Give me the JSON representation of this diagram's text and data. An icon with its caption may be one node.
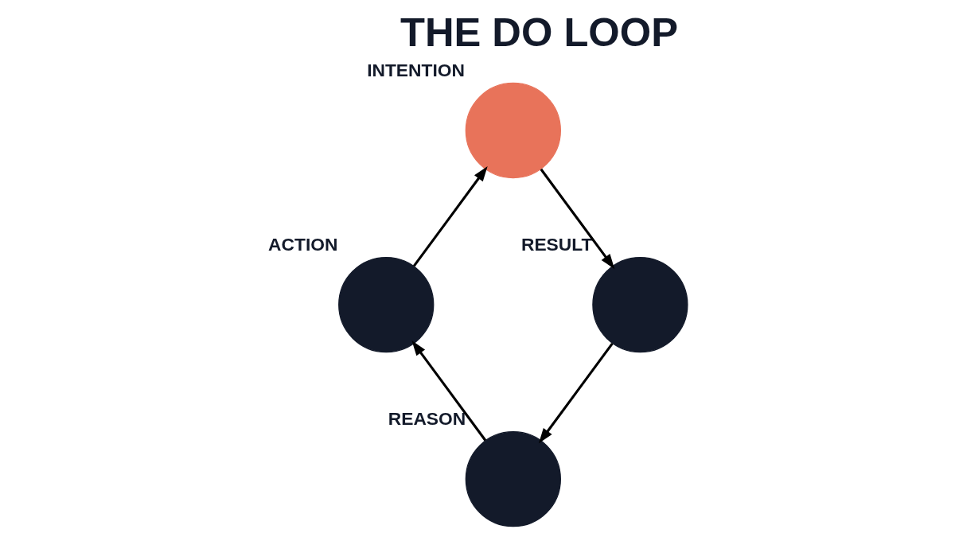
{
  "diagram": {
    "title": "THE DO LOOP",
    "nodes": [
      {
        "text": [
          "INTENTION"
        ]
      },
      {
        "text": [
          "RESULT"
        ]
      },
      {
        "text": [
          "REASON"
        ]
      },
      {
        "text": [
          "ACTION"
        ]
      }
    ],
    "edges": [
      {
        "from": 0,
        "to": 1,
        "arrow": "to"
      },
      {
        "from": 1,
        "to": 2,
        "arrow": "to"
      },
      {
        "from": 2,
        "to": 3,
        "arrow": "to"
      },
      {
        "from": 3,
        "to": 0,
        "arrow": "to"
      }
    ]
  }
}
